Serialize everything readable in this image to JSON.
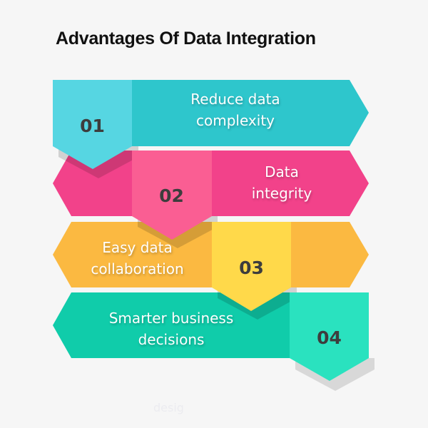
{
  "title": "Advantages Of Data Integration",
  "watermark": "desig",
  "colors": {
    "background": "#f6f6f6",
    "step1_band": "#2ec6cc",
    "step1_tab": "#56d6e2",
    "step2_band": "#f2428a",
    "step2_tab": "#fa5e93",
    "step3_band": "#fbb941",
    "step3_tab": "#ffd94a",
    "step4_band": "#10ccaa",
    "step4_tab": "#2ae2bf",
    "number_text": "#3d3d3d"
  },
  "steps": [
    {
      "number": "01",
      "line1": "Reduce data",
      "line2": "complexity"
    },
    {
      "number": "02",
      "line1": "Data",
      "line2": "integrity"
    },
    {
      "number": "03",
      "line1": "Easy data",
      "line2": "collaboration"
    },
    {
      "number": "04",
      "line1": "Smarter business",
      "line2": "decisions"
    }
  ]
}
